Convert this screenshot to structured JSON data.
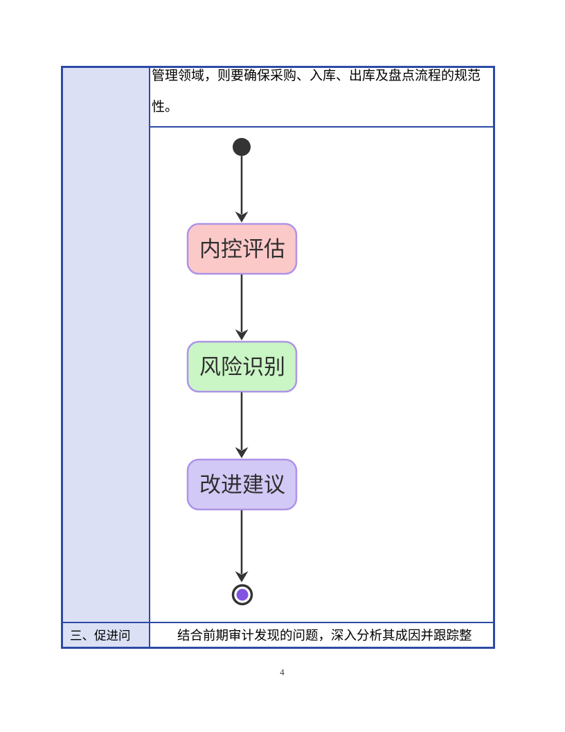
{
  "table": {
    "cells": {
      "intro": {
        "lines": [
          "管理领域，则要确保采购、入库、出库及盘点流程的规范",
          "性。"
        ]
      },
      "bottom_left": {
        "label": "三、促进问"
      },
      "bottom_right": {
        "text": "结合前期审计发现的问题，深入分析其成因并跟踪整"
      }
    },
    "colors": {
      "border": "#2B4AA6",
      "left_cell_fill": "#DBE0F4"
    }
  },
  "diagram": {
    "type": "flowchart",
    "direction": "top-down",
    "start_node": {
      "shape": "filled-circle",
      "color": "#343434"
    },
    "steps": [
      {
        "label": "内控评估",
        "fill": "#FCC9C9",
        "border": "#AD93E8"
      },
      {
        "label": "风险识别",
        "fill": "#CAF5C5",
        "border": "#AD93E8"
      },
      {
        "label": "改进建议",
        "fill": "#D3C9F6",
        "border": "#AD93E8"
      }
    ],
    "end_node": {
      "shape": "ringed-circle",
      "ring_color": "#343434",
      "inner_color": "#8254E0"
    },
    "arrow_color": "#343434",
    "label_color": "#2F2F2F"
  },
  "footer": {
    "page_number": "4"
  }
}
